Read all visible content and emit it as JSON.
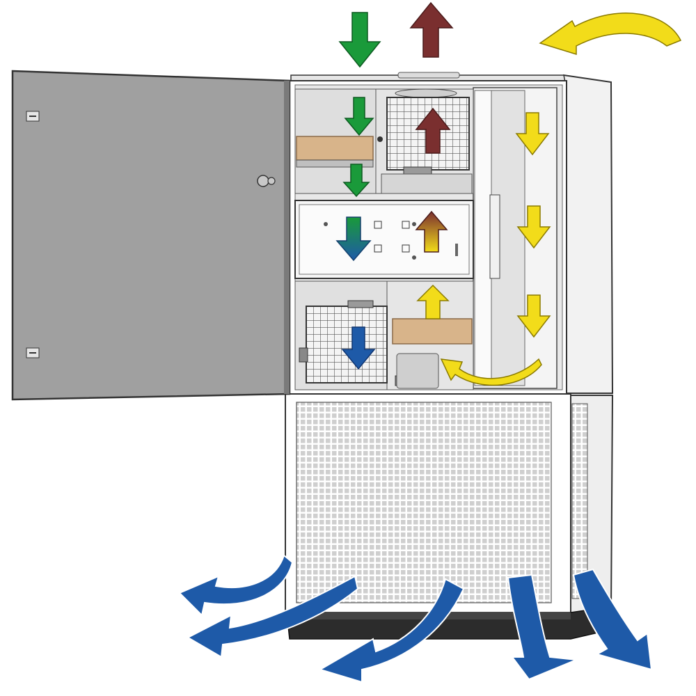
{
  "diagram": {
    "colors": {
      "supply_air": "#1a9a3a",
      "exhaust_air": "#7a2f2f",
      "recirc_air": "#f2dc1a",
      "discharge_air": "#1e5aa8",
      "door": "#a0a0a0",
      "cabinet": "#ffffff",
      "filter": "#d8b48a",
      "outline": "#333333"
    },
    "icons": {
      "supply": "arrow-down-icon",
      "exhaust": "arrow-up-icon",
      "recirculation": "curved-arrow-icon",
      "discharge": "curved-arrow-icon"
    },
    "parts": {
      "door": "open-door",
      "cabinet": "air-handling-cabinet",
      "heat_exchanger": "heat-exchanger-block",
      "fan_upper": "upper-fan",
      "fan_lower": "lower-fan",
      "filter_upper": "upper-filter",
      "filter_lower": "lower-filter",
      "floor_grille": "front-grille",
      "plinth": "base-plinth"
    }
  }
}
